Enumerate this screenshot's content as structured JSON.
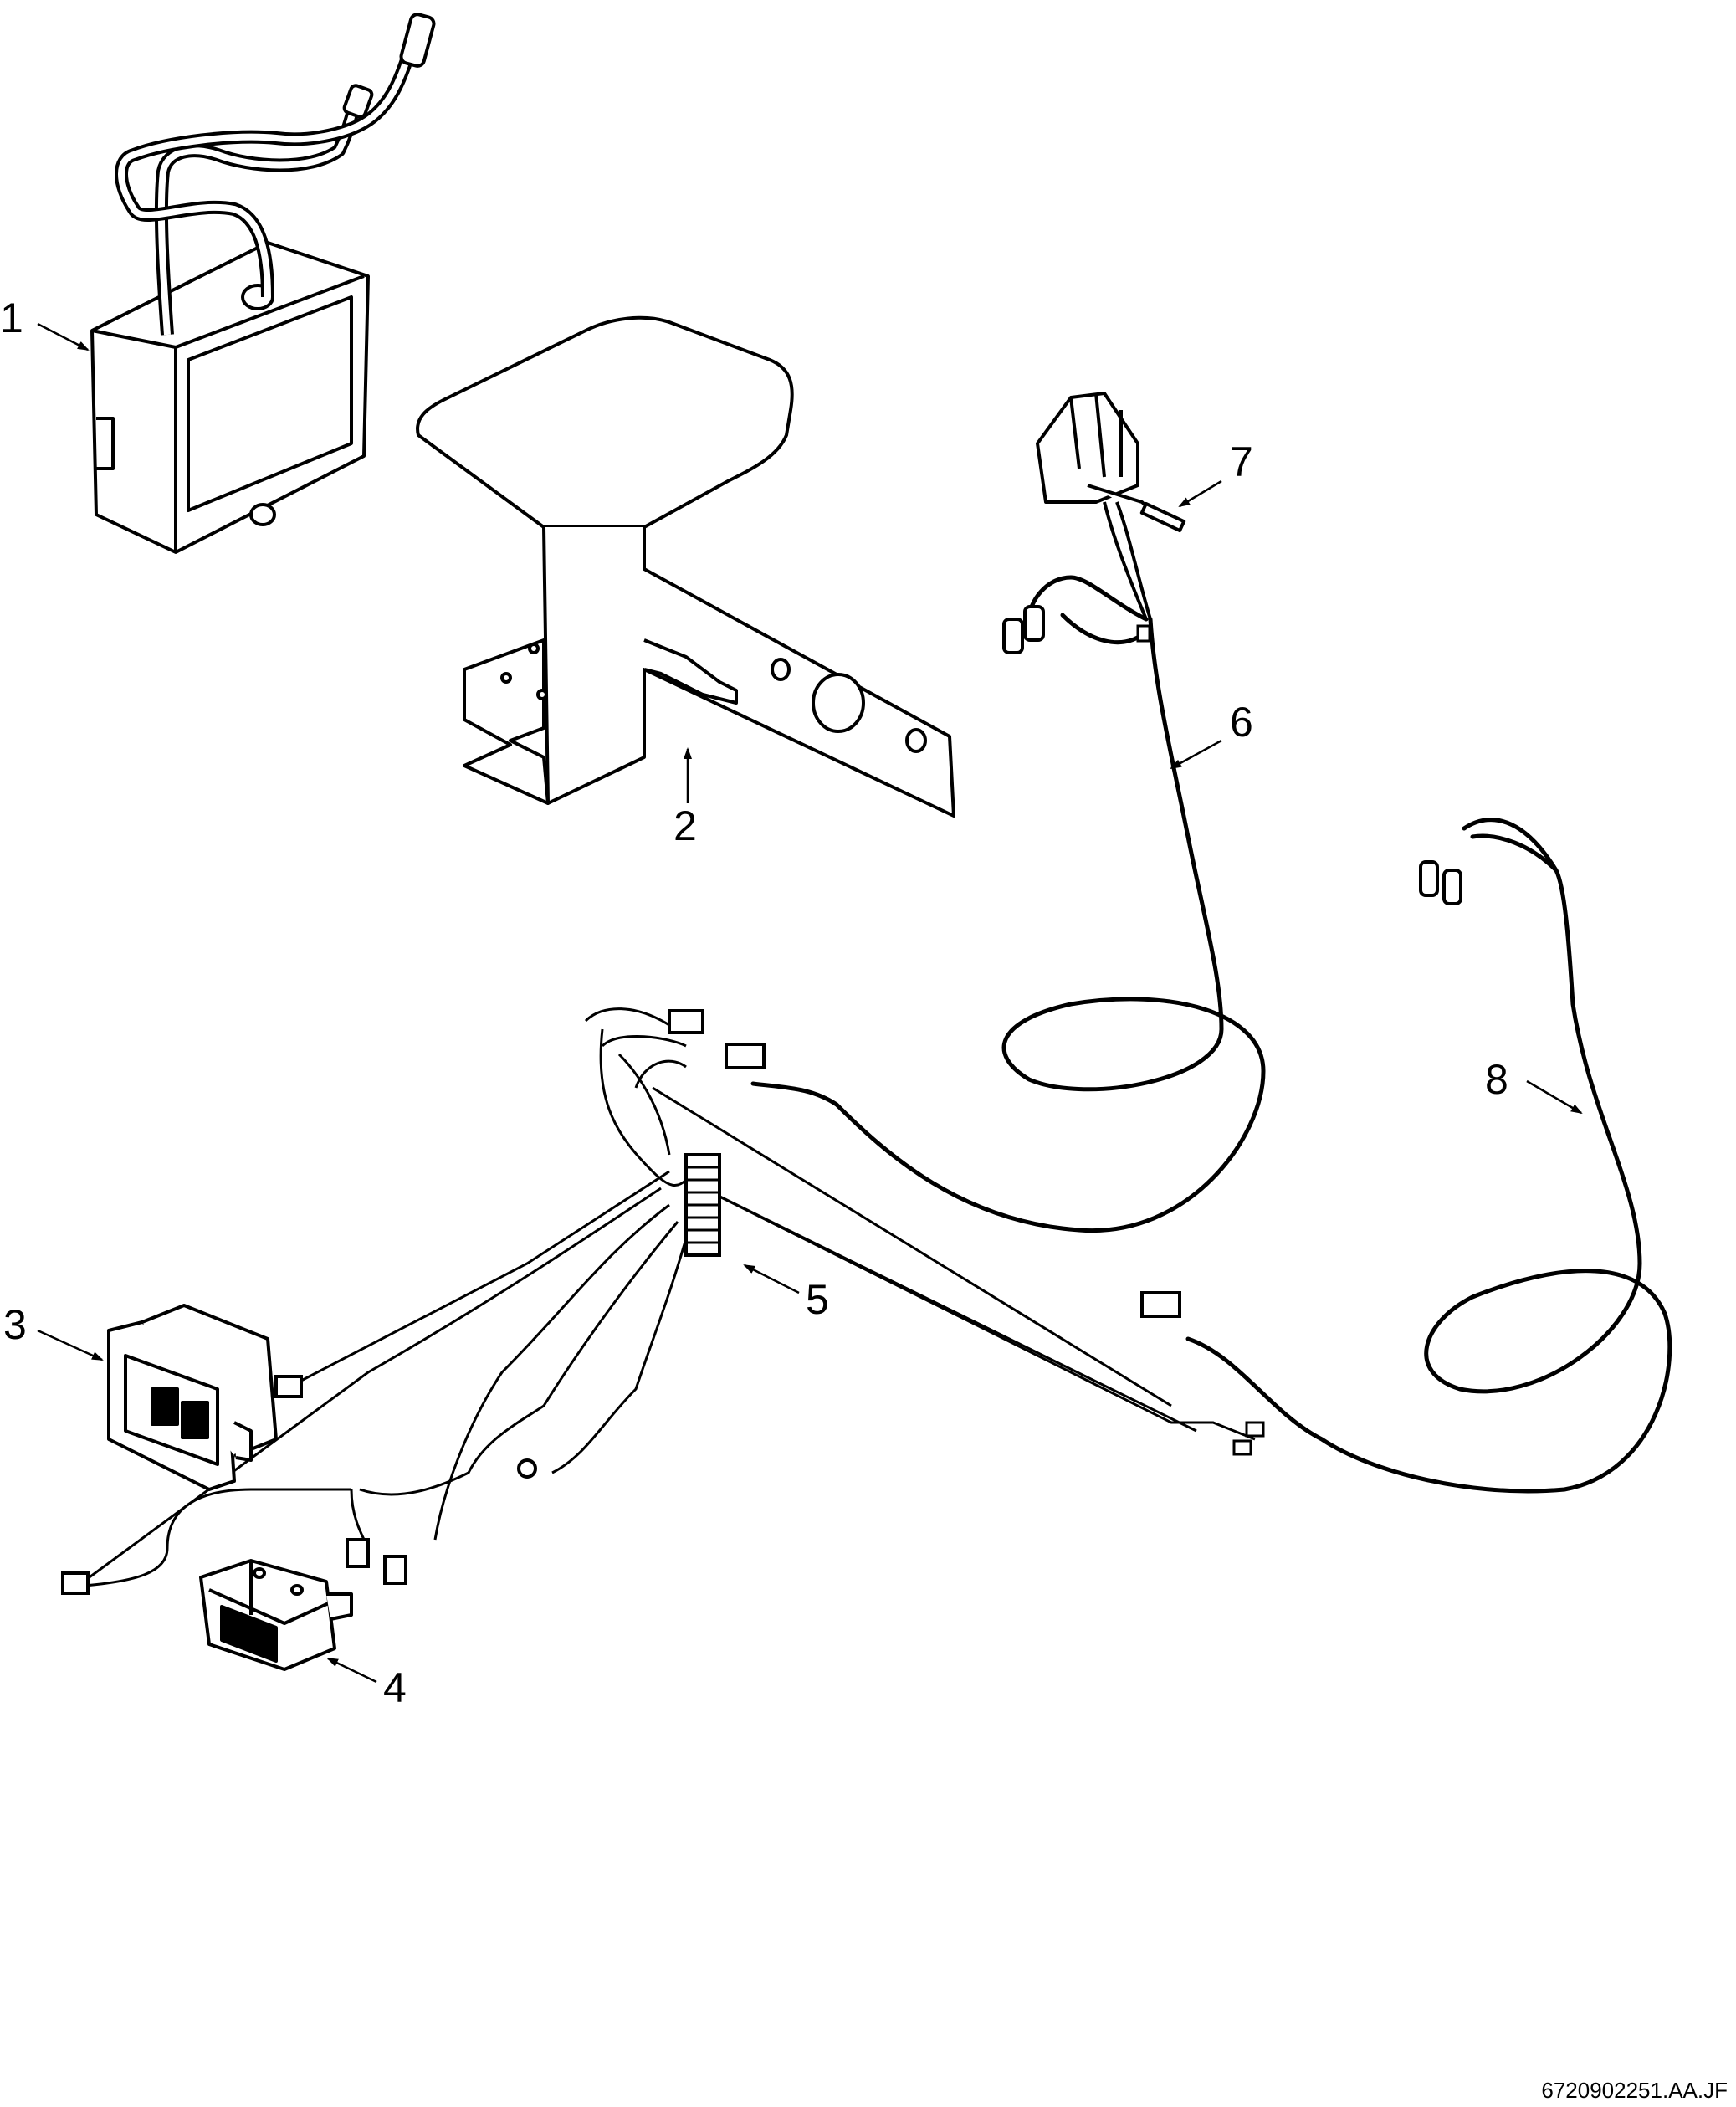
{
  "callouts": {
    "c1": "1",
    "c2": "2",
    "c3": "3",
    "c4": "4",
    "c5": "5",
    "c6": "6",
    "c7": "7",
    "c8": "8"
  },
  "drawing_code": "6720902251.AA.JF",
  "colors": {
    "line": "#000000",
    "background": "#ffffff"
  }
}
